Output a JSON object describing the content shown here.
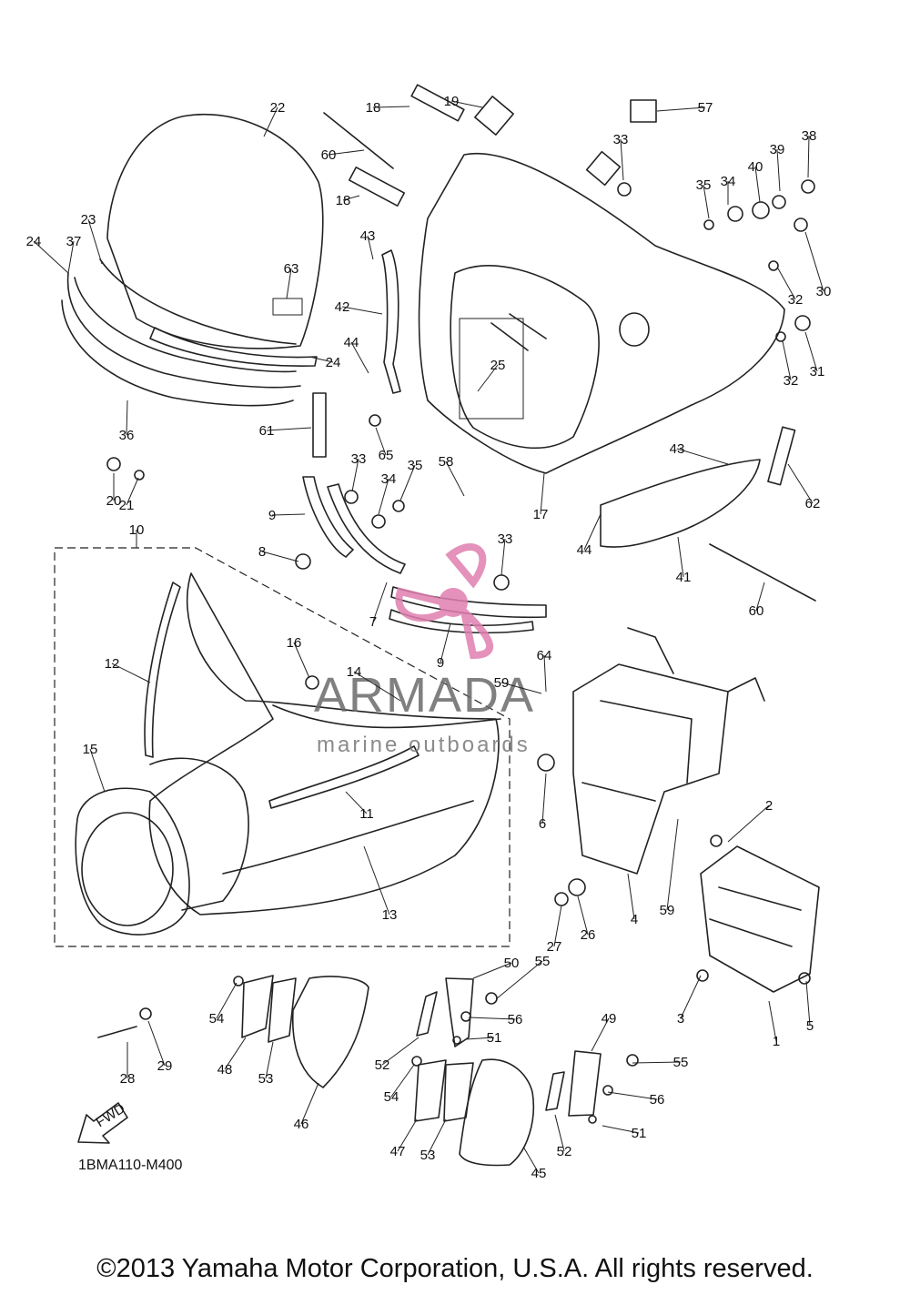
{
  "diagram": {
    "drawing_code": "1BMA110-M400",
    "copyright": "©2013 Yamaha Motor Corporation, U.S.A. All rights reserved.",
    "fwd_label": "FWD",
    "watermark": {
      "title": "ARMADA",
      "subtitle": "marine outboards",
      "logo_color": "#e07fb0"
    },
    "callouts": [
      "1",
      "2",
      "3",
      "4",
      "5",
      "6",
      "7",
      "8",
      "9",
      "9",
      "10",
      "11",
      "12",
      "13",
      "14",
      "15",
      "16",
      "17",
      "18",
      "18",
      "19",
      "20",
      "21",
      "22",
      "23",
      "24",
      "24",
      "25",
      "26",
      "27",
      "28",
      "29",
      "30",
      "31",
      "32",
      "32",
      "33",
      "33",
      "33",
      "34",
      "34",
      "35",
      "35",
      "36",
      "37",
      "38",
      "39",
      "40",
      "41",
      "42",
      "43",
      "43",
      "44",
      "44",
      "45",
      "46",
      "47",
      "48",
      "49",
      "50",
      "51",
      "51",
      "52",
      "52",
      "53",
      "53",
      "54",
      "54",
      "55",
      "55",
      "56",
      "56",
      "57",
      "58",
      "59",
      "59",
      "60",
      "60",
      "61",
      "62",
      "63",
      "64",
      "65"
    ]
  }
}
